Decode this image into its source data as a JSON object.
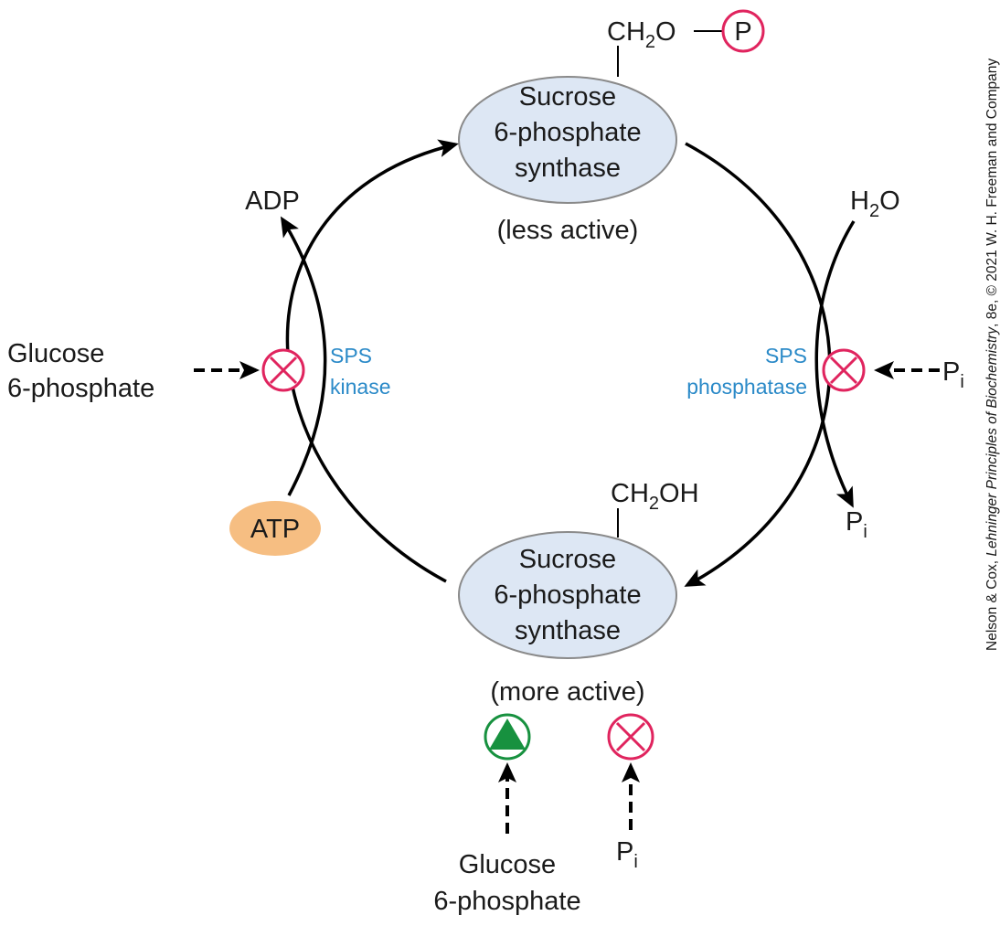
{
  "enzyme_top": {
    "line1": "Sucrose",
    "line2": "6-phosphate",
    "line3": "synthase",
    "state": "(less active)"
  },
  "enzyme_bottom": {
    "line1": "Sucrose",
    "line2": "6-phosphate",
    "line3": "synthase",
    "state": "(more active)"
  },
  "group_top": {
    "prefix": "CH",
    "sub": "2",
    "suffix": "O",
    "phosphate": "P"
  },
  "group_bottom": {
    "prefix": "CH",
    "sub": "2",
    "suffix": "OH"
  },
  "kinase": {
    "line1": "SPS",
    "line2": "kinase",
    "atp": "ATP",
    "adp": "ADP"
  },
  "phosphatase": {
    "line1": "SPS",
    "line2": "phosphatase",
    "h2o_prefix": "H",
    "h2o_sub": "2",
    "h2o_suffix": "O",
    "pi_main": "P",
    "pi_sub": "i"
  },
  "effectors": {
    "g6p_left": {
      "line1": "Glucose",
      "line2": "6-phosphate"
    },
    "pi_right": {
      "main": "P",
      "sub": "i"
    },
    "g6p_bottom": {
      "line1": "Glucose",
      "line2": "6-phosphate"
    },
    "pi_bottom": {
      "main": "P",
      "sub": "i"
    }
  },
  "credit": {
    "prefix": "Nelson & Cox, ",
    "title": "Lehninger Principles of Biochemistry",
    "suffix": ", 8e, © 2021 W. H. Freeman and Company"
  },
  "colors": {
    "enzyme_fill": "#dde7f4",
    "enzyme_stroke": "#8a8a8a",
    "inhibit": "#e0245e",
    "activate": "#17913f",
    "atp_fill": "#f6be82",
    "enzyme_label": "#2b8ac8"
  }
}
